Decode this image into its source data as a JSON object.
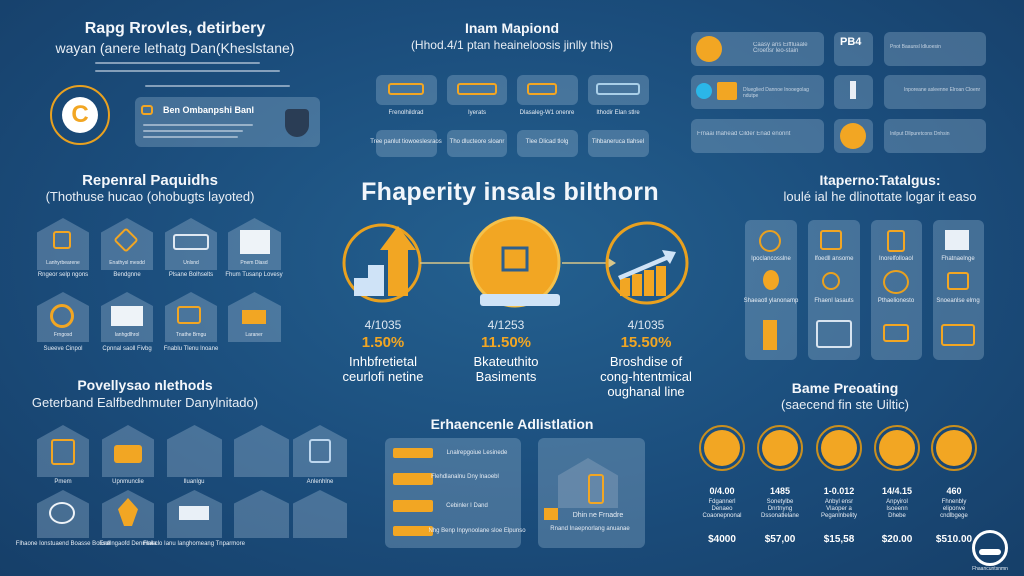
{
  "colors": {
    "background": "#1b4d7c",
    "accent": "#f2a623",
    "card": "#6a8fb0"
  },
  "top_left": {
    "title": "Rapg Rrovles, detirbery",
    "subtitle": "wayan (anere lethatg Dan(Kheslstane)",
    "card_title": "Ben Ombanpshi Banl",
    "icon": "coin-circle-icon",
    "shield_icon": "shield-icon"
  },
  "top_center": {
    "title": "Inam Mapiond",
    "subtitle": "(Hhod.4/1 ptan heaineloosis jinlly this)",
    "labels": [
      "Frenolhildrad",
      "Iyerats",
      "Dlasaleg-W1 onenre",
      "Ithodir Elan stlre"
    ],
    "cards": [
      "Tree panlut tiowoeslesraos",
      "Tho dlucteore sloanr",
      "Tlee Dlicad tlolg",
      "Tihbaneruca tlahsel"
    ]
  },
  "top_right": {
    "rows": [
      "Caasy ans Eiffluaale Croetlsr leo-stain",
      "Dlueglied Dannoe Inooegolag ndutpe",
      "Frnaai Ihahead Cilder Enad enonnt",
      "Pnot Baaunsl ldluoesin",
      "Inporeane asleenne Elroan Cloenr",
      "Inilput Dllpuretcons Dnhsin"
    ],
    "badge": "PB4"
  },
  "center": {
    "title": "Fhaperity insals bilthorn",
    "items": [
      {
        "date": "4/1035",
        "value": "1.50%",
        "desc": [
          "Inhbfretietal",
          "ceurlofi netine"
        ],
        "icon": "growth-arrow-icon"
      },
      {
        "date": "4/1253",
        "value": "11.50%",
        "desc": [
          "Bkateuthito",
          "Basiments"
        ],
        "icon": "bank-icon"
      },
      {
        "date": "4/1035",
        "value": "15.50%",
        "desc": [
          "Broshdise of",
          "cong-htentmical",
          "oughanal line"
        ],
        "icon": "bar-chart-icon"
      }
    ]
  },
  "mid_left": {
    "title": "Repenral Paquidhs",
    "subtitle": "(Thothuse hucao (ohobugts layoted)",
    "items": [
      {
        "label": "Lanhyrbearene",
        "desc": "Rngeor selp ngons"
      },
      {
        "label": "Enathysl mesdd",
        "desc": "Bendgnne"
      },
      {
        "label": "Unlsnd",
        "desc": "Plsane Bolhselts"
      },
      {
        "label": "Pnem Dlasd",
        "desc": "Fhum Tusanp Lovesy"
      },
      {
        "label": "Frngosd",
        "desc": "Sueeve Cinpol"
      },
      {
        "label": "Ianhgdlhrol",
        "desc": "Cpnnal saoll Fivbg"
      },
      {
        "label": "Tnathe Brngu",
        "desc": "Fnablu Tlenu lnoane"
      },
      {
        "label": "Laraner",
        "desc": ""
      }
    ]
  },
  "mid_right": {
    "title": "Itaperno:Tatalgus:",
    "subtitle": "loulé ial he dlinottate logar it easo",
    "columns": [
      [
        "Ipoclancosslne",
        "Shaeaotl ylanonamp",
        ""
      ],
      [
        "Ifoedll ansome",
        "Fhaenl Iasauts",
        ""
      ],
      [
        "Inorelfolloaol",
        "Pthaelionesto",
        ""
      ],
      [
        "Fhatnaelnge",
        "Snoeanlse elrng",
        ""
      ]
    ]
  },
  "bottom_left": {
    "title": "Povellysao nlethods",
    "subtitle": "Geterband Ealfbedhmuter Danylnitado)",
    "items": [
      {
        "label": "Pmem"
      },
      {
        "label": "Upnmunclie"
      },
      {
        "label": "Iluanlgu"
      },
      {
        "label": ""
      },
      {
        "label": "Anlenhlne"
      },
      {
        "label": "Flhaone Ionstuaend Boasse Bossdl"
      },
      {
        "label": "Enelngaofd Denmnlla"
      },
      {
        "label": "Flaeclo Ianu Ianghomeang Tnparmore"
      },
      {
        "label": ""
      },
      {
        "label": ""
      }
    ]
  },
  "bottom_center": {
    "title": "Erhaencenle Adlistlation",
    "rows": [
      "Lnalrepgoiue Lesinede",
      "Flehdlanalnu Dny lnaoebl",
      "Cebinler  I Dand",
      "Nhg Benp Inpynoolane sloe Elpunso"
    ],
    "house_caption": "Dhin ne Frnadre",
    "house_sub": "Rnand Inaepnorlang anuanae"
  },
  "bottom_right": {
    "title": "Bame Preoating",
    "subtitle": "(saecend fin ste Uiltic)",
    "items": [
      {
        "value": "0/4.00",
        "desc": [
          "Fdgannerl",
          "Denaeo",
          "Coaonepnonal"
        ],
        "price": "$4000"
      },
      {
        "value": "1485",
        "desc": [
          "Sonetylbe",
          "Dnrtnyng",
          "Dssonatlelane"
        ],
        "price": "$57,00"
      },
      {
        "value": "1-0.012",
        "desc": [
          "Anbyl ensr",
          "Vlaoper a",
          "Peganlnbelity"
        ],
        "price": "$15,58"
      },
      {
        "value": "14/4.15",
        "desc": [
          "Anpyirol",
          "Isoeenn",
          "Dhebe"
        ],
        "price": "$20.00"
      },
      {
        "value": "460",
        "desc": [
          "Fhnenbly",
          "eliponve",
          "cndlbgege"
        ],
        "price": "$510.00"
      }
    ],
    "logo_caption": "Fhaancuntsnmn"
  }
}
